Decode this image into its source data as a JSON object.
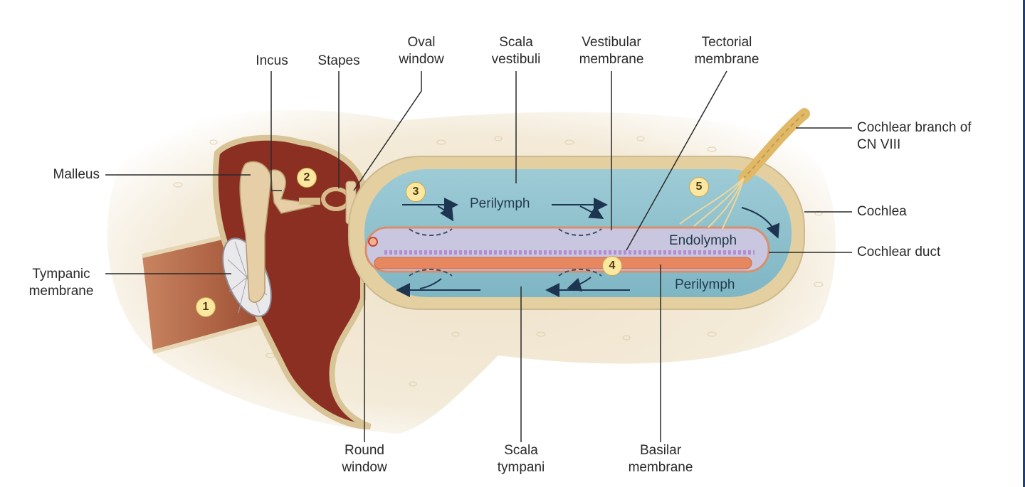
{
  "labels": {
    "incus": "Incus",
    "stapes": "Stapes",
    "oval_window": [
      "Oval",
      "window"
    ],
    "scala_vestibuli": [
      "Scala",
      "vestibuli"
    ],
    "vestibular_membrane": [
      "Vestibular",
      "membrane"
    ],
    "tectorial_membrane": [
      "Tectorial",
      "membrane"
    ],
    "cochlear_branch": [
      "Cochlear branch of",
      "CN VIII"
    ],
    "malleus": "Malleus",
    "cochlea": "Cochlea",
    "cochlear_duct": "Cochlear duct",
    "tympanic_membrane": [
      "Tympanic",
      "membrane"
    ],
    "round_window": [
      "Round",
      "window"
    ],
    "scala_tympani": [
      "Scala",
      "tympani"
    ],
    "basilar_membrane": [
      "Basilar",
      "membrane"
    ]
  },
  "inner_text": {
    "perilymph_top": "Perilymph",
    "endolymph": "Endolymph",
    "perilymph_bottom": "Perilymph"
  },
  "steps": [
    "1",
    "2",
    "3",
    "4",
    "5"
  ],
  "colors": {
    "bone": "#e9ddc4",
    "bone_edge": "#cdb98f",
    "middle_ear": "#8a2f22",
    "canal": "#a5563a",
    "fluid": "#8cc3cf",
    "duct": "#c9c6df",
    "basilar": "#e7875f",
    "nerve": "#e0b968",
    "accent_edge": "#1f3f78"
  }
}
